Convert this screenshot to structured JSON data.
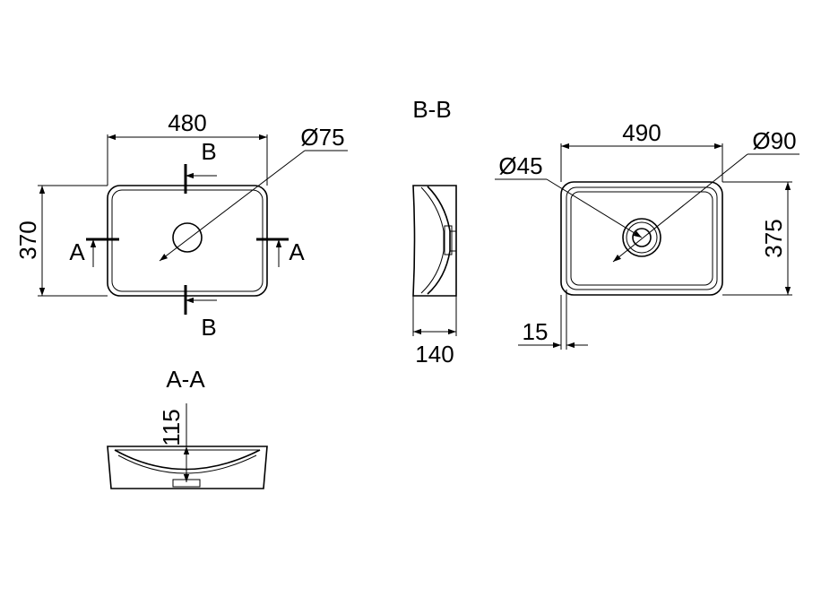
{
  "top_view": {
    "width_dim": "480",
    "height_dim": "370",
    "drain_dim": "Ø75",
    "section_b_top": "B",
    "section_b_bottom": "B",
    "section_a_left": "A",
    "section_a_right": "A"
  },
  "section_bb": {
    "title": "B-B",
    "depth_dim": "140"
  },
  "right_view": {
    "width_dim": "490",
    "height_dim": "375",
    "drain_inner_dim": "Ø45",
    "drain_outer_dim": "Ø90",
    "rim_dim": "15"
  },
  "section_aa": {
    "title": "A-A",
    "depth_dim": "115"
  }
}
